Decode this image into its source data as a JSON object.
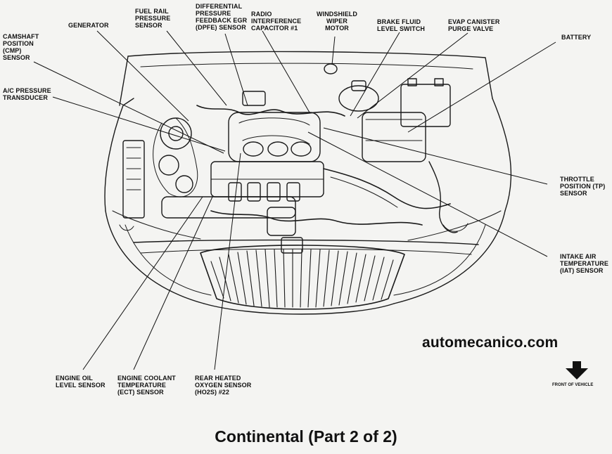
{
  "labels": {
    "generator": "GENERATOR",
    "fuel_rail": "FUEL RAIL\nPRESSURE\nSENSOR",
    "dpfe": "DIFFERENTIAL\nPRESSURE\nFEEDBACK EGR\n(DPFE) SENSOR",
    "radio_cap": "RADIO\nINTERFERENCE\nCAPACITOR #1",
    "wiper_motor": "WINDSHIELD\nWIPER\nMOTOR",
    "brake_fluid": "BRAKE FLUID\nLEVEL SWITCH",
    "evap": "EVAP CANISTER\nPURGE VALVE",
    "battery": "BATTERY",
    "cmp": "CAMSHAFT\nPOSITION\n(CMP)\nSENSOR",
    "ac_pressure": "A/C PRESSURE\nTRANSDUCER",
    "tp": "THROTTLE\nPOSITION (TP)\nSENSOR",
    "iat": "INTAKE AIR\nTEMPERATURE\n(IAT) SENSOR",
    "oil_level": "ENGINE OIL\nLEVEL SENSOR",
    "ect": "ENGINE COOLANT\nTEMPERATURE\n(ECT) SENSOR",
    "ho2s": "REAR HEATED\nOXYGEN SENSOR\n(HO2S) #22"
  },
  "watermark": "automecanico.com",
  "front_of_vehicle": "FRONT OF VEHICLE",
  "caption": "Continental (Part 2 of 2)",
  "icons": [
    "front-arrow-icon"
  ]
}
